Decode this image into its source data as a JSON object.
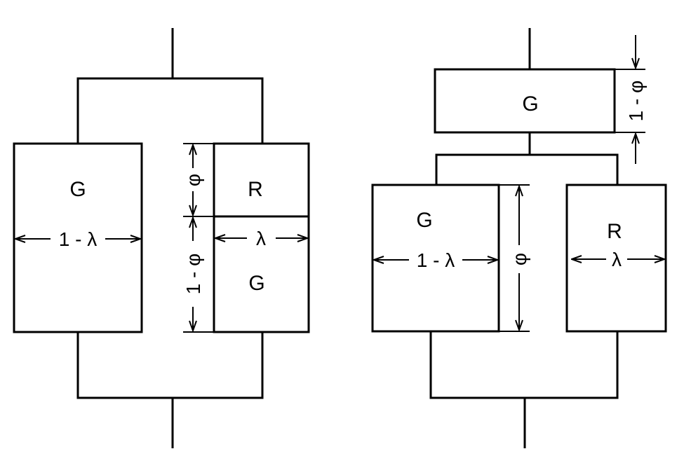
{
  "left_diagram": {
    "block_g_left": {
      "name": "G",
      "width_label": "1 - λ"
    },
    "block_r": {
      "name": "R",
      "height_label": "φ"
    },
    "block_g_bottom": {
      "name": "G",
      "height_label": "1 - φ"
    },
    "right_width_label": "λ"
  },
  "right_diagram": {
    "block_g_top": {
      "name": "G",
      "height_label": "1 - φ"
    },
    "block_g_left": {
      "name": "G",
      "width_label": "1 - λ",
      "height_label": "φ"
    },
    "block_r": {
      "name": "R",
      "width_label": "λ"
    }
  }
}
